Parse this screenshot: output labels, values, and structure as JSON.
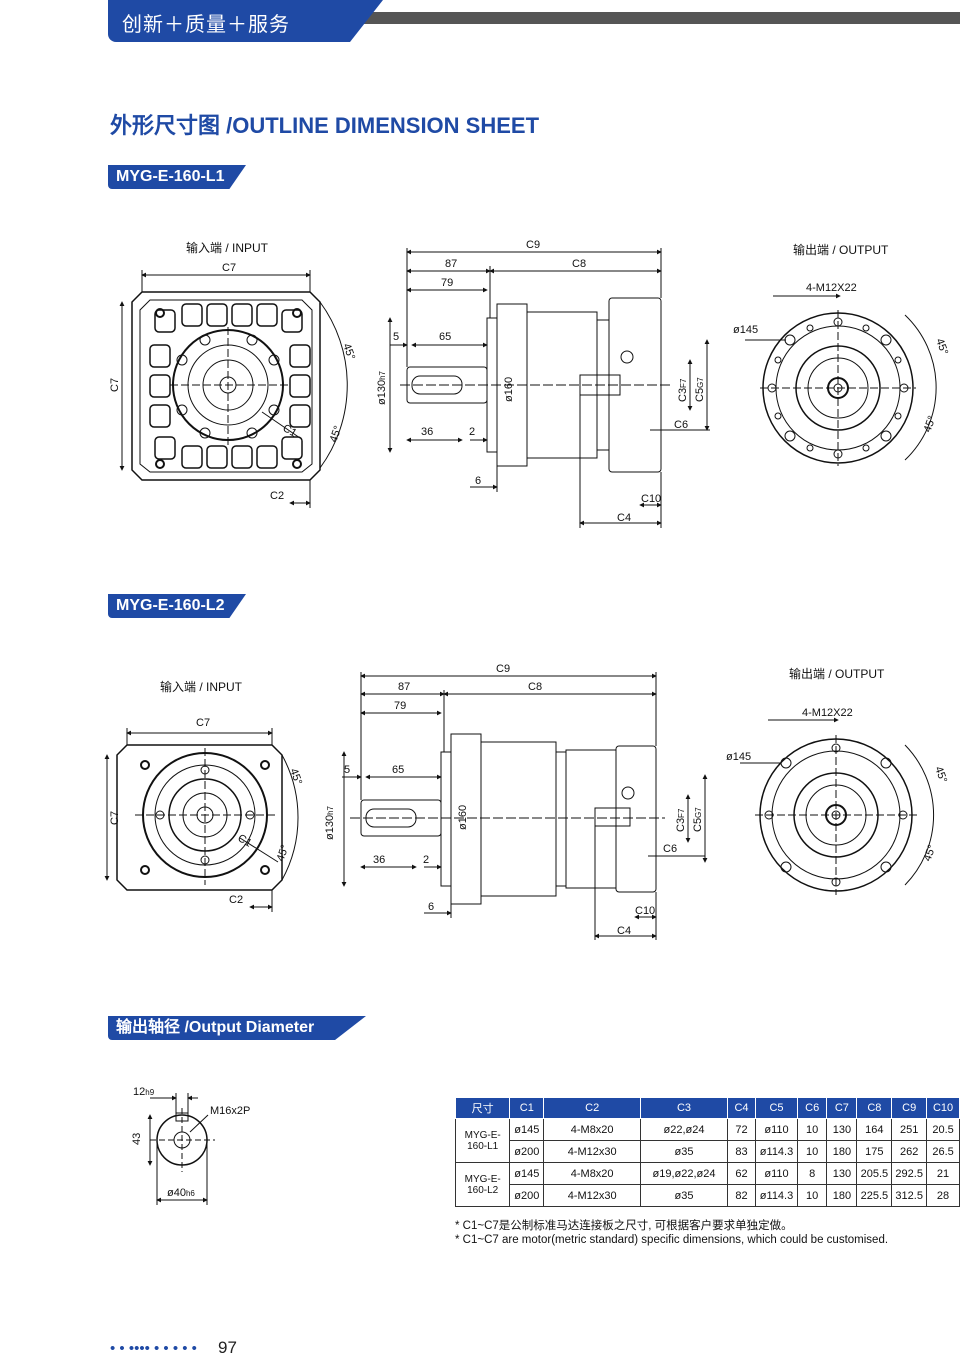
{
  "header": {
    "text": "创新＋质量＋服务"
  },
  "title": "外形尺寸图 /OUTLINE DIMENSION SHEET",
  "sections": [
    {
      "tag": "MYG-E-160-L1",
      "input_label": "输入端 / INPUT",
      "output_label": "输出端 / OUTPUT"
    },
    {
      "tag": "MYG-E-160-L2",
      "input_label": "输入端 / INPUT",
      "output_label": "输出端 / OUTPUT"
    }
  ],
  "dims": {
    "c1": "C1",
    "c2": "C2",
    "c3": "C3",
    "c4": "C4",
    "c5": "C5",
    "c6": "C6",
    "c7": "C7",
    "c8": "C8",
    "c9": "C9",
    "c10": "C10",
    "f7": "F7",
    "g7": "G7",
    "d87": "87",
    "d79": "79",
    "d5": "5",
    "d65": "65",
    "d36": "36",
    "d2": "2",
    "d6": "6",
    "d130": "ø130",
    "h7": "h7",
    "d160": "ø160",
    "d145": "ø145",
    "bolt": "4-M12X22",
    "deg": "45°"
  },
  "output_section": {
    "tag": "输出轴径 /Output Diameter",
    "d12": "12",
    "h9": "h9",
    "thread": "M16x2P",
    "d43": "43",
    "d40": "ø40",
    "h6": "h6"
  },
  "table": {
    "headers": [
      "尺寸",
      "C1",
      "C2",
      "C3",
      "C4",
      "C5",
      "C6",
      "C7",
      "C8",
      "C9",
      "C10"
    ],
    "rows": [
      {
        "model": "MYG-E-160-L1",
        "cells": [
          [
            "ø145",
            "4-M8x20",
            "ø22,ø24",
            "72",
            "ø110",
            "10",
            "130",
            "164",
            "251",
            "20.5"
          ],
          [
            "ø200",
            "4-M12x30",
            "ø35",
            "83",
            "ø114.3",
            "10",
            "180",
            "175",
            "262",
            "26.5"
          ]
        ]
      },
      {
        "model": "MYG-E-160-L2",
        "cells": [
          [
            "ø145",
            "4-M8x20",
            "ø19,ø22,ø24",
            "62",
            "ø110",
            "8",
            "130",
            "205.5",
            "292.5",
            "21"
          ],
          [
            "ø200",
            "4-M12x30",
            "ø35",
            "82",
            "ø114.3",
            "10",
            "180",
            "225.5",
            "312.5",
            "28"
          ]
        ]
      }
    ]
  },
  "notes": [
    "* C1~C7是公制标准马达连接板之尺寸, 可根据客户要求单独定做。",
    "* C1~C7 are motor(metric standard) specific dimensions, which could be customised."
  ],
  "footer": {
    "dots": "• • •••• • • • • •",
    "page": "97"
  }
}
